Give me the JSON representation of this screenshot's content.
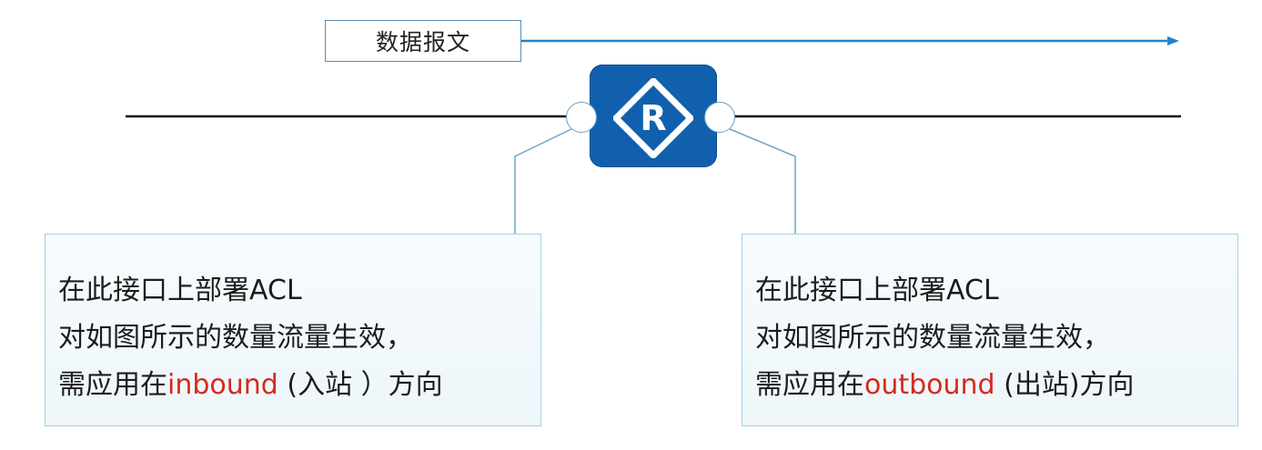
{
  "packet": {
    "label": "数据报文"
  },
  "router": {
    "letter": "R"
  },
  "notes": {
    "inbound": {
      "line1": "在此接口上部署ACL",
      "line2": "对如图所示的数量流量生效，",
      "line3_prefix": "需应用在",
      "line3_keyword": "inbound",
      "line3_suffix": " (入站 ）方向"
    },
    "outbound": {
      "line1": "在此接口上部署ACL",
      "line2": "对如图所示的数量流量生效，",
      "line3_prefix": "需应用在",
      "line3_keyword": "outbound",
      "line3_suffix": " (出站)方向"
    }
  },
  "colors": {
    "router_fill": "#1060ae",
    "flow_arrow": "#1c86c8",
    "keyword_red": "#d42a1f",
    "callout_line": "#6aa9c8"
  }
}
